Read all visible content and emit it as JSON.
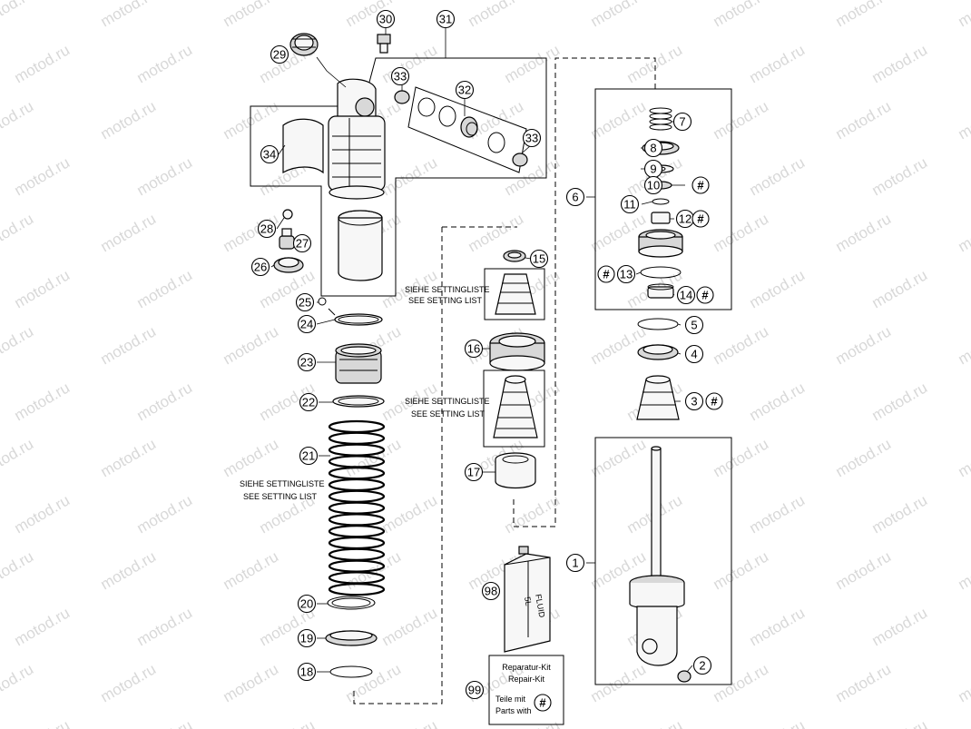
{
  "watermark": "motod.ru",
  "callouts": [
    {
      "n": "1"
    },
    {
      "n": "2"
    },
    {
      "n": "3",
      "hash": true
    },
    {
      "n": "4"
    },
    {
      "n": "5"
    },
    {
      "n": "6"
    },
    {
      "n": "7"
    },
    {
      "n": "8"
    },
    {
      "n": "9"
    },
    {
      "n": "10",
      "hash": true
    },
    {
      "n": "11"
    },
    {
      "n": "12",
      "hash": true
    },
    {
      "n": "13",
      "hash": true
    },
    {
      "n": "14",
      "hash": true
    },
    {
      "n": "15"
    },
    {
      "n": "16"
    },
    {
      "n": "17"
    },
    {
      "n": "18"
    },
    {
      "n": "19"
    },
    {
      "n": "20"
    },
    {
      "n": "21"
    },
    {
      "n": "22"
    },
    {
      "n": "23"
    },
    {
      "n": "24"
    },
    {
      "n": "25"
    },
    {
      "n": "26"
    },
    {
      "n": "27"
    },
    {
      "n": "28"
    },
    {
      "n": "29"
    },
    {
      "n": "30"
    },
    {
      "n": "31"
    },
    {
      "n": "32"
    },
    {
      "n": "33"
    },
    {
      "n": "33"
    },
    {
      "n": "34"
    },
    {
      "n": "98"
    },
    {
      "n": "99"
    }
  ],
  "hash_symbol": "#",
  "notes": {
    "setting_de": "SIEHE SETTINGLISTE",
    "setting_en": "SEE SETTING LIST"
  },
  "fluid_label": [
    "FLUID",
    "5L"
  ],
  "repair_kit": {
    "line1": "Reparatur-Kit",
    "line2": "Repair-Kit",
    "line3": "Teile mit",
    "line4": "Parts with"
  }
}
